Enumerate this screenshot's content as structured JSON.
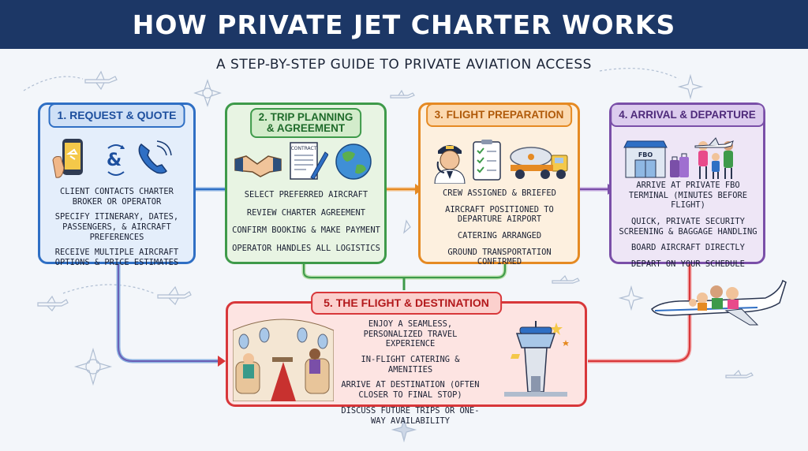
{
  "header": {
    "title": "HOW PRIVATE JET CHARTER WORKS",
    "subtitle": "A STEP-BY-STEP GUIDE TO PRIVATE AVIATION ACCESS"
  },
  "steps": [
    {
      "title": "1. REQUEST & QUOTE",
      "icons": [
        "phone-app-icon",
        "ampersand-icon",
        "telephone-icon"
      ],
      "ampersand": "&",
      "items": [
        "CLIENT CONTACTS CHARTER BROKER OR OPERATOR",
        "SPECIFY ITINERARY, DATES, PASSENGERS, & AIRCRAFT PREFERENCES",
        "RECEIVE MULTIPLE AIRCRAFT OPTIONS & PRICE ESTIMATES"
      ]
    },
    {
      "title_line1": "2. TRIP PLANNING",
      "title_line2": "& AGREEMENT",
      "icons": [
        "handshake-icon",
        "contract-icon",
        "globe-icon"
      ],
      "contract_label": "CONTRACT",
      "items": [
        "SELECT PREFERRED AIRCRAFT",
        "REVIEW CHARTER AGREEMENT",
        "CONFIRM BOOKING & MAKE PAYMENT",
        "OPERATOR HANDLES ALL LOGISTICS"
      ]
    },
    {
      "title": "3. FLIGHT PREPARATION",
      "icons": [
        "pilot-icon",
        "checklist-icon",
        "fuel-truck-icon"
      ],
      "items": [
        "CREW ASSIGNED & BRIEFED",
        "AIRCRAFT POSITIONED TO DEPARTURE AIRPORT",
        "CATERING ARRANGED",
        "GROUND TRANSPORTATION CONFIRMED"
      ]
    },
    {
      "title": "4. ARRIVAL & DEPARTURE",
      "icons": [
        "fbo-terminal-icon",
        "luggage-icon",
        "family-icon",
        "jet-icon"
      ],
      "fbo_label": "FBO",
      "items": [
        "ARRIVE AT PRIVATE FBO TERMINAL (MINUTES BEFORE FLIGHT)",
        "QUICK, PRIVATE SECURITY SCREENING & BAGGAGE HANDLING",
        "BOARD AIRCRAFT DIRECTLY",
        "DEPART ON YOUR SCHEDULE"
      ]
    },
    {
      "title": "5. THE FLIGHT & DESTINATION",
      "icons": [
        "jet-cabin-icon",
        "control-tower-icon"
      ],
      "items": [
        "ENJOY A SEAMLESS, PERSONALIZED TRAVEL EXPERIENCE",
        "IN-FLIGHT CATERING & AMENITIES",
        "ARRIVE AT DESTINATION (OFTEN CLOSER TO FINAL STOP)",
        "DISCUSS FUTURE TRIPS OR ONE-WAY AVAILABILITY"
      ]
    }
  ],
  "colors": {
    "header_bg": "#1c3766",
    "step1": "#2f6fc4",
    "step2": "#3e9a4a",
    "step3": "#e58a23",
    "step4": "#7a4fa8",
    "step5": "#d8373a"
  }
}
